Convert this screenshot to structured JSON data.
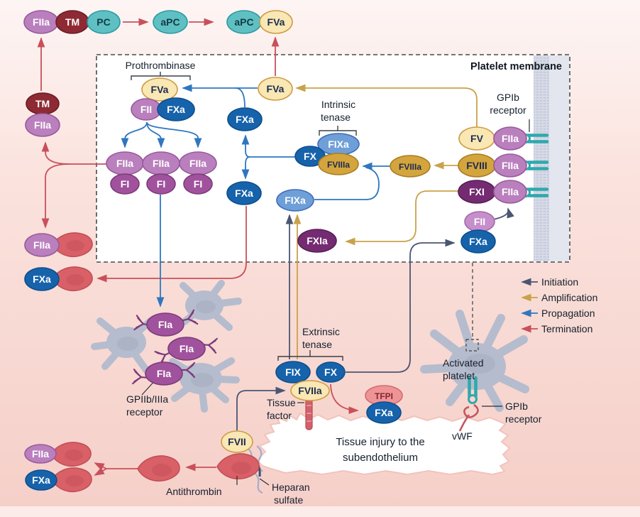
{
  "title": "Coagulation cascade on the platelet membrane",
  "colors": {
    "initiation": "#4a5672",
    "amplification": "#c9a24a",
    "propagation": "#2e77c0",
    "termination": "#c8505a",
    "membrane_box_fill": "#ffffff",
    "background_top": "#fdf5f4",
    "background_bottom": "#f5cfc8"
  },
  "top_row": {
    "fiia": "FIIa",
    "tm": "TM",
    "pc": "PC",
    "apc1": "aPC",
    "apc2": "aPC",
    "fva": "FVa"
  },
  "left_column": {
    "tm": "TM",
    "fiia": "FIIa",
    "fiia_at": "FIIa",
    "fxa_at": "FXa"
  },
  "membrane_box": {
    "title": "Platelet membrane",
    "prothrombinase": {
      "label": "Prothrombinase",
      "fva": "FVa",
      "fii": "FII",
      "fxa": "FXa"
    },
    "fva_mid": "FVa",
    "fxa_upper": "FXa",
    "fxa_lower": "FXa",
    "fibrin_pairs": [
      {
        "top": "FIIa",
        "bottom": "FI"
      },
      {
        "top": "FIIa",
        "bottom": "FI"
      },
      {
        "top": "FIIa",
        "bottom": "FI"
      }
    ],
    "intrinsic_tenase": {
      "label_line1": "Intrinsic",
      "label_line2": "tenase",
      "fixa": "FIXa",
      "fx": "FX",
      "fviiia": "FVIIIa"
    },
    "fviiia_mid": "FVIIIa",
    "fixa_free": "FIXa",
    "fxia": "FXIa",
    "gpib_label_line1": "GPIb",
    "gpib_label_line2": "receptor",
    "membrane_rows": [
      {
        "left": "FV",
        "right": "FIIa"
      },
      {
        "left": "FVIII",
        "right": "FIIa"
      },
      {
        "left": "FXI",
        "right": "FIIa"
      }
    ],
    "fii_free": "FII",
    "fxa_member": "FXa"
  },
  "legend": {
    "items": [
      {
        "label": "Initiation",
        "color": "#4a5672"
      },
      {
        "label": "Amplification",
        "color": "#c9a24a"
      },
      {
        "label": "Propagation",
        "color": "#2e77c0"
      },
      {
        "label": "Termination",
        "color": "#c8505a"
      }
    ]
  },
  "platelet_cluster": {
    "fia_1": "FIa",
    "fia_2": "FIa",
    "fia_3": "FIa",
    "receptor_label_line1": "GPIIb/IIIa",
    "receptor_label_line2": "receptor"
  },
  "extrinsic": {
    "label_line1": "Extrinsic",
    "label_line2": "tenase",
    "fix": "FIX",
    "fx": "FX",
    "fviia": "FVIIa",
    "tissue_factor_line1": "Tissue",
    "tissue_factor_line2": "factor",
    "tfpi": "TFPI",
    "fxa": "FXa",
    "fvii": "FVII"
  },
  "injury": {
    "line1": "Tissue injury to the",
    "line2": "subendothelium"
  },
  "activated_platelet": {
    "label_line1": "Activated",
    "label_line2": "platelet",
    "gpib_line1": "GPIb",
    "gpib_line2": "receptor",
    "vwf": "vWF"
  },
  "termination_row": {
    "fiia": "FIIa",
    "fxa": "FXa",
    "antithrombin": "Antithrombin",
    "heparan_line1": "Heparan",
    "heparan_line2": "sulfate"
  }
}
